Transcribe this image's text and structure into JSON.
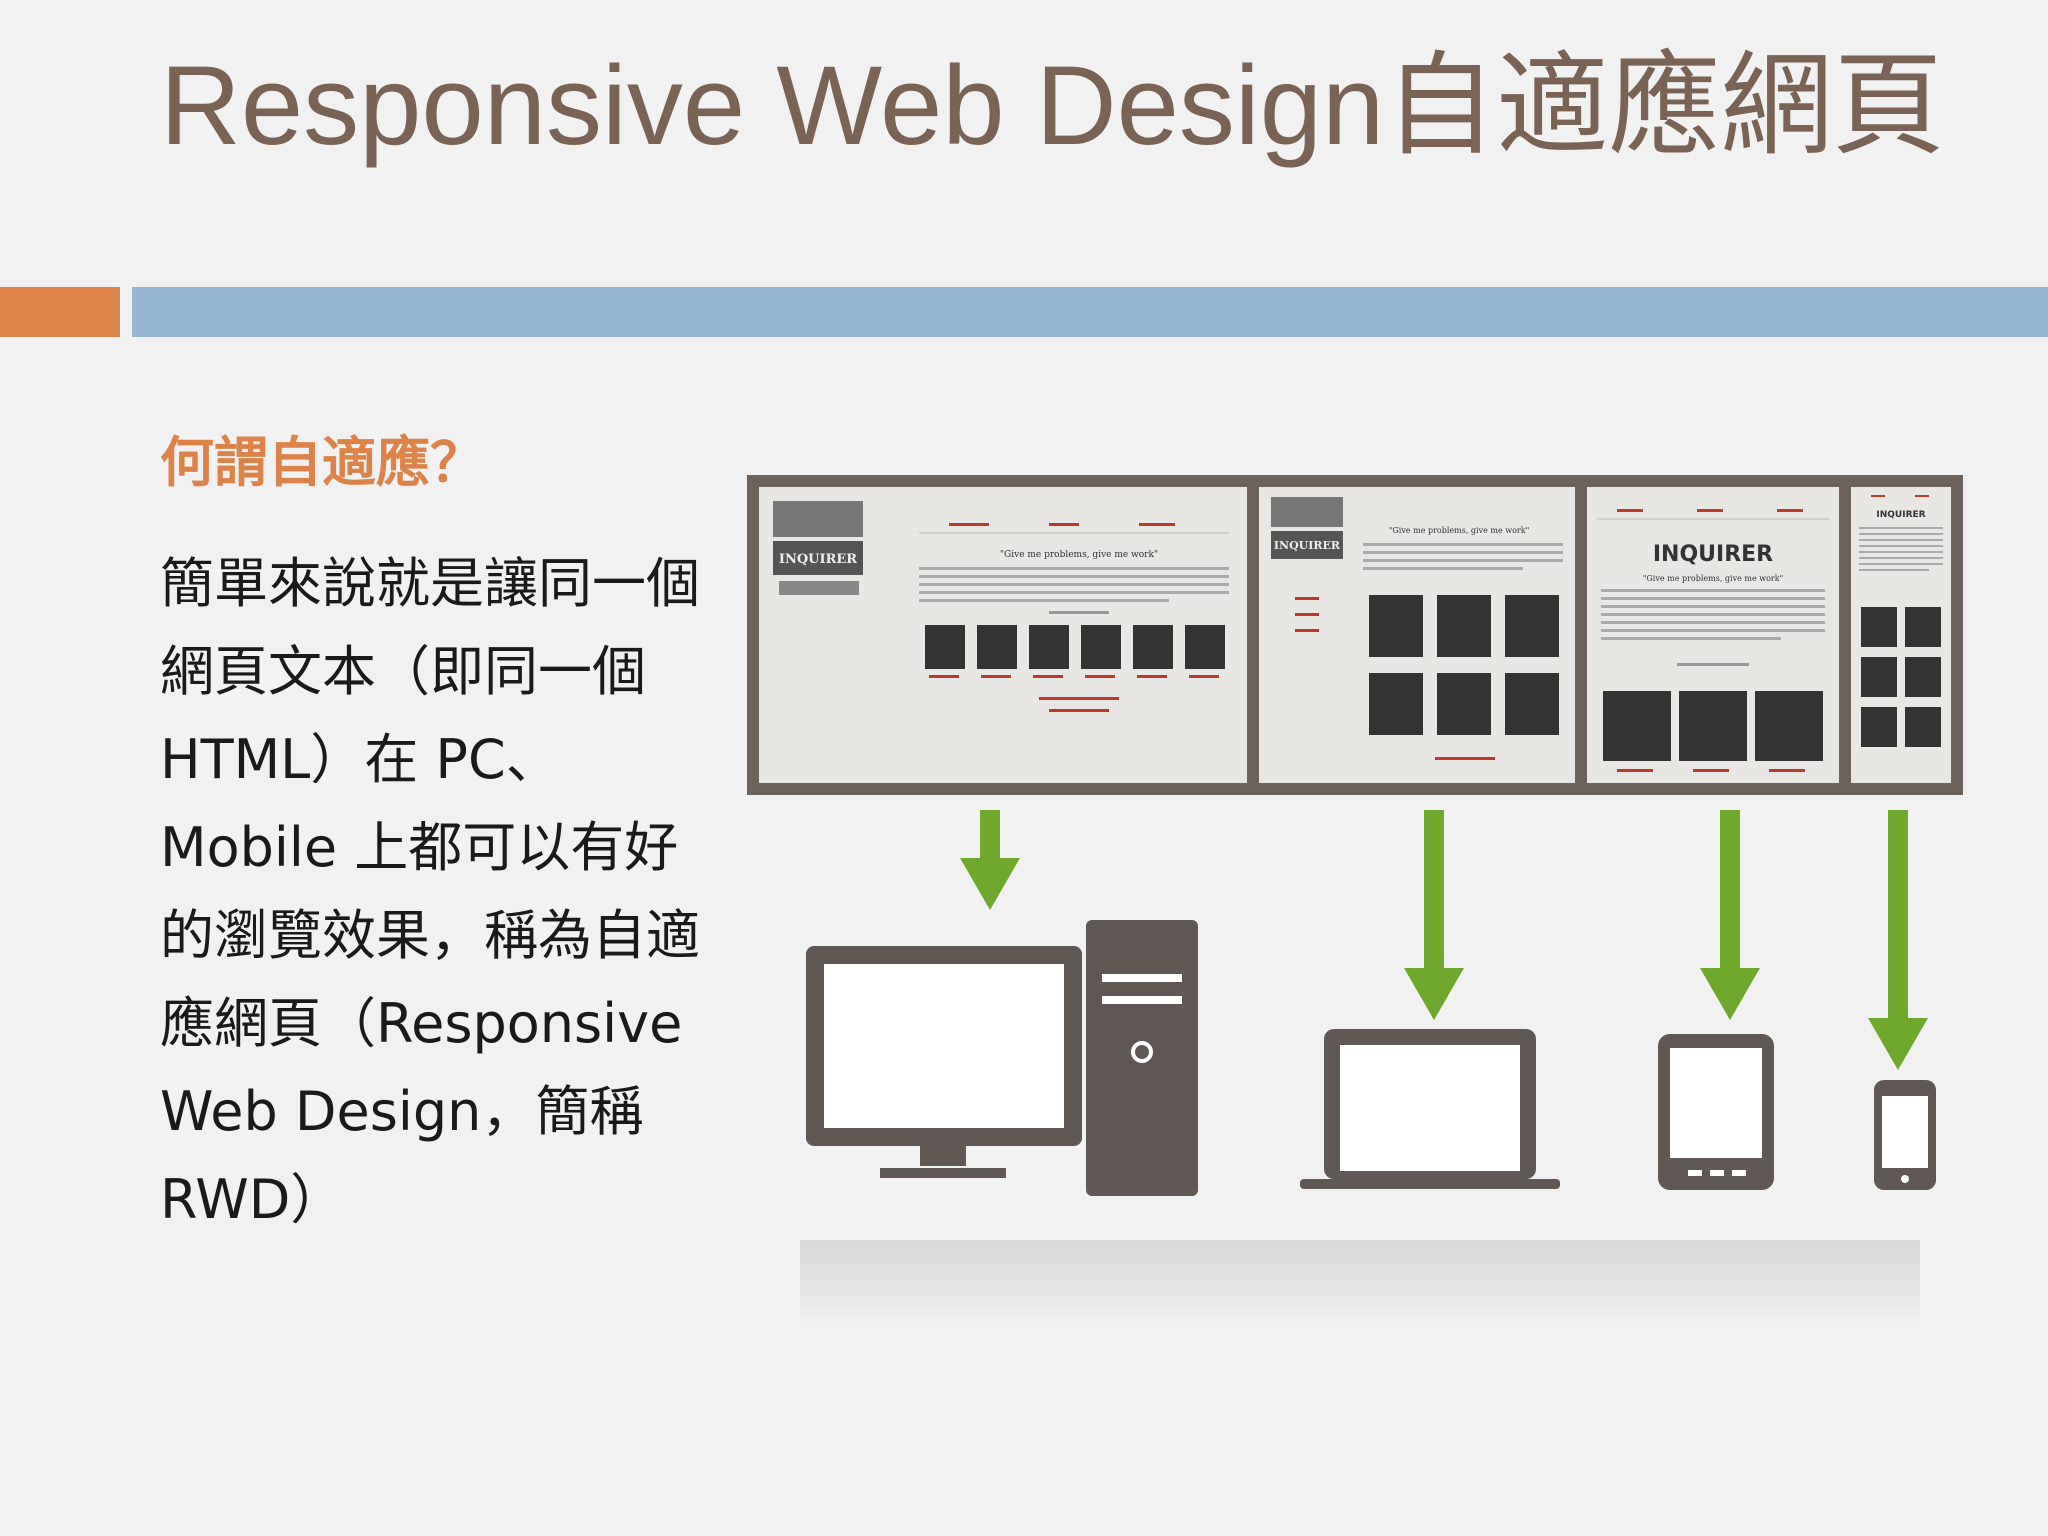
{
  "slide": {
    "title": "Responsive Web Design自適應網頁",
    "subheading": "何謂自適應？",
    "body": "簡單來說就是讓同一個網頁文本（即同一個HTML）在 PC、Mobile 上都可以有好的瀏覽效果，稱為自適應網頁（Responsive Web Design，簡稱RWD）"
  },
  "colors": {
    "title": "#7a6254",
    "accent_orange": "#dd8349",
    "accent_blue": "#94b6d2",
    "arrow_green": "#6ea82d",
    "device_gray": "#5f5854"
  },
  "figure": {
    "screens": [
      {
        "masthead": "INQUIRER",
        "headline": "\"Give me problems, give me work\""
      },
      {
        "masthead": "INQUIRER",
        "headline": "\"Give me problems, give me work\""
      },
      {
        "masthead": "INQUIRER",
        "headline": "\"Give me problems, give me work\""
      },
      {
        "masthead": "INQUIRER",
        "headline": ""
      }
    ],
    "devices": [
      "desktop-computer",
      "laptop",
      "tablet",
      "smartphone"
    ]
  }
}
